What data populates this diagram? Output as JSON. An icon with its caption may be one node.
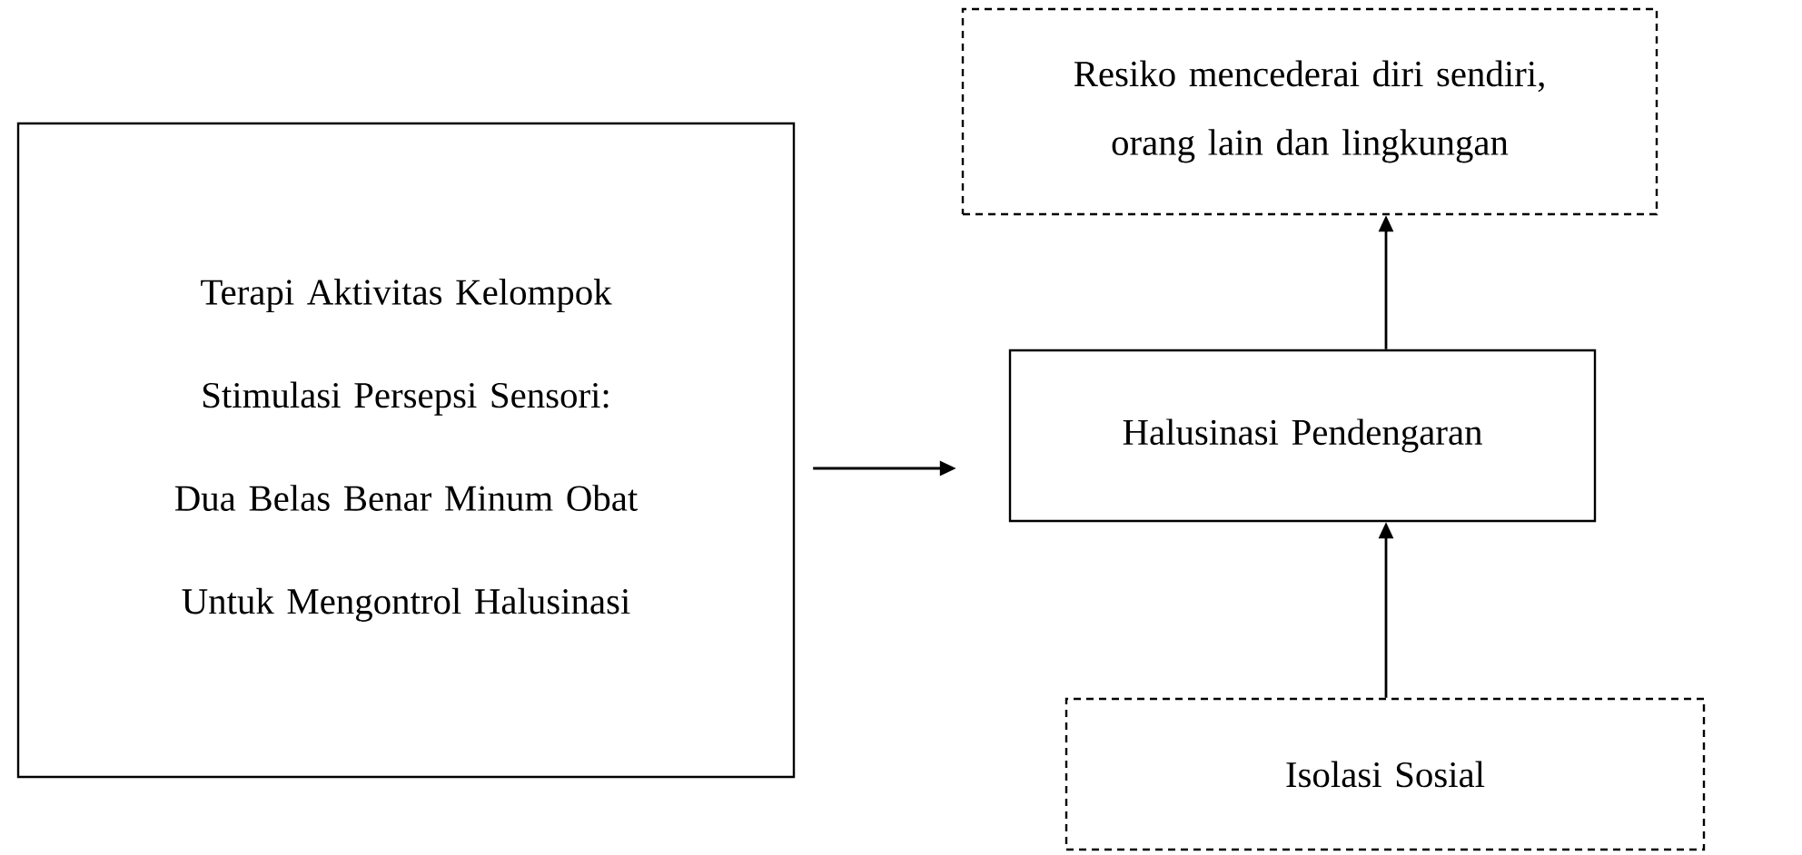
{
  "diagram": {
    "nodes": [
      {
        "text": [
          "Terapi Aktivitas Kelompok Stimulasi Persepsi Sensori: Dua Belas Benar Minum Obat Untuk Mengontrol Halusinasi"
        ]
      },
      {
        "text": [
          "Halusinasi Pendengaran"
        ]
      },
      {
        "text": [
          "Resiko mencederai diri sendiri, orang lain dan lingkungan"
        ]
      },
      {
        "text": [
          "Isolasi Sosial"
        ]
      }
    ],
    "edges": [
      {
        "from": 0,
        "to": 1,
        "arrow": "to"
      },
      {
        "from": 1,
        "to": 2,
        "arrow": "to"
      },
      {
        "from": 3,
        "to": 1,
        "arrow": "to"
      }
    ]
  }
}
